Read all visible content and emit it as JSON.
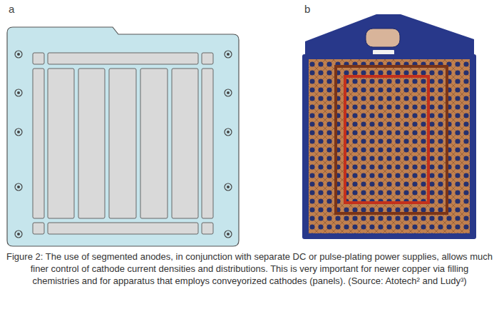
{
  "diagram": {
    "caption": "Figure 2: The use of segmented anodes, in conjunction with separate DC or pulse-plating power supplies, allows much finer control of cathode current densities and distributions. This is very important for newer copper via filling chemistries and for apparatus that employs conveyorized cathodes (panels). (Source: Atotech² and Ludy³)",
    "labels": [
      "a",
      "b"
    ]
  }
}
